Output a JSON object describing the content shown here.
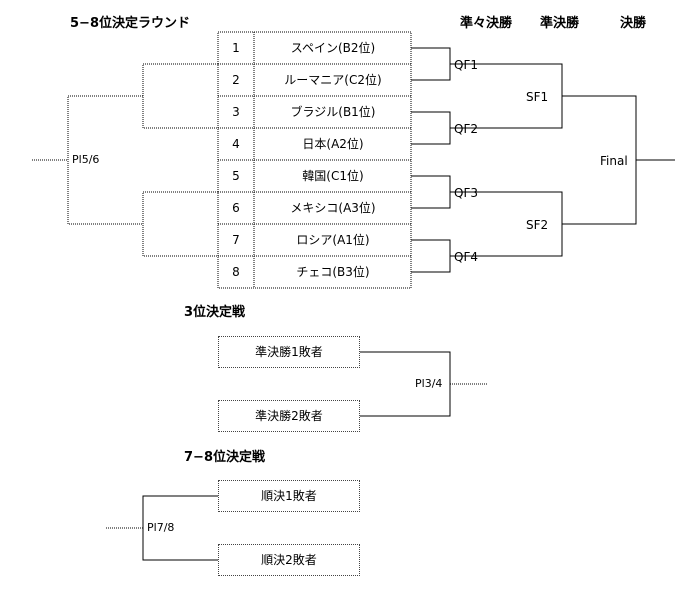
{
  "headers": {
    "main_title": "5−8位決定ラウンド",
    "qf": "準々決勝",
    "sf": "準決勝",
    "final": "決勝"
  },
  "teams": [
    {
      "num": "1",
      "name": "スペイン(B2位)"
    },
    {
      "num": "2",
      "name": "ルーマニア(C2位)"
    },
    {
      "num": "3",
      "name": "ブラジル(B1位)"
    },
    {
      "num": "4",
      "name": "日本(A2位)"
    },
    {
      "num": "5",
      "name": "韓国(C1位)"
    },
    {
      "num": "6",
      "name": "メキシコ(A3位)"
    },
    {
      "num": "7",
      "name": "ロシア(A1位)"
    },
    {
      "num": "8",
      "name": "チェコ(B3位)"
    }
  ],
  "bracket": {
    "qf1": "QF1",
    "qf2": "QF2",
    "qf3": "QF3",
    "qf4": "QF4",
    "sf1": "SF1",
    "sf2": "SF2",
    "final": "Final",
    "pl56": "Pl5/6"
  },
  "third_place": {
    "title": "3位決定戦",
    "entry1": "準決勝1敗者",
    "entry2": "準決勝2敗者",
    "label": "Pl3/4"
  },
  "seventh_place": {
    "title": "7−8位決定戦",
    "entry1": "順決1敗者",
    "entry2": "順決2敗者",
    "label": "Pl7/8"
  }
}
